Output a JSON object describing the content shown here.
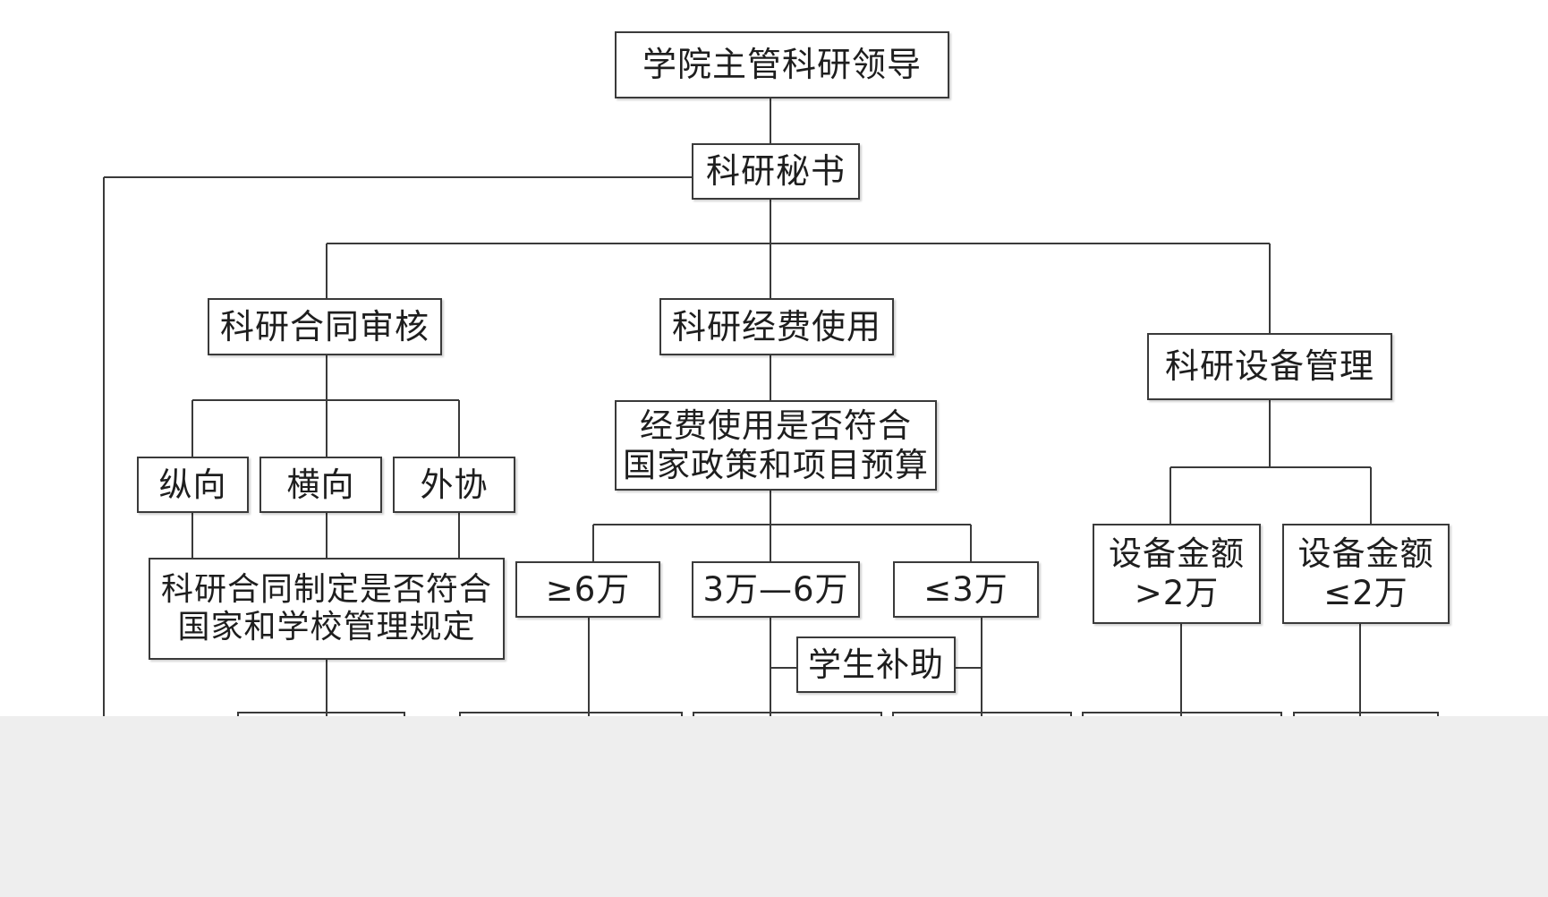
{
  "diagram": {
    "nodes": {
      "leader": "学院主管科研领导",
      "secretary": "科研秘书",
      "contract_review": "科研合同审核",
      "fund_use": "科研经费使用",
      "equipment_mgmt": "科研设备管理",
      "vertical": "纵向",
      "horizontal": "横向",
      "external": "外协",
      "fund_compliance": "经费使用是否符合\n国家政策和项目预算",
      "contract_compliance": "科研合同制定是否符合\n国家和学校管理规定",
      "over_6w": "≥6万",
      "between_3w_6w": "3万—6万",
      "under_3w": "≤3万",
      "student_subsidy": "学生补助",
      "equip_over_2w": "设备金额\n>2万",
      "equip_under_2w": "设备金额\n≤2万"
    },
    "colors": {
      "line": "#3a3a3a",
      "box_border": "#3a3a3a",
      "text": "#1e1e1e",
      "bottom_band": "#eeeeee"
    }
  }
}
